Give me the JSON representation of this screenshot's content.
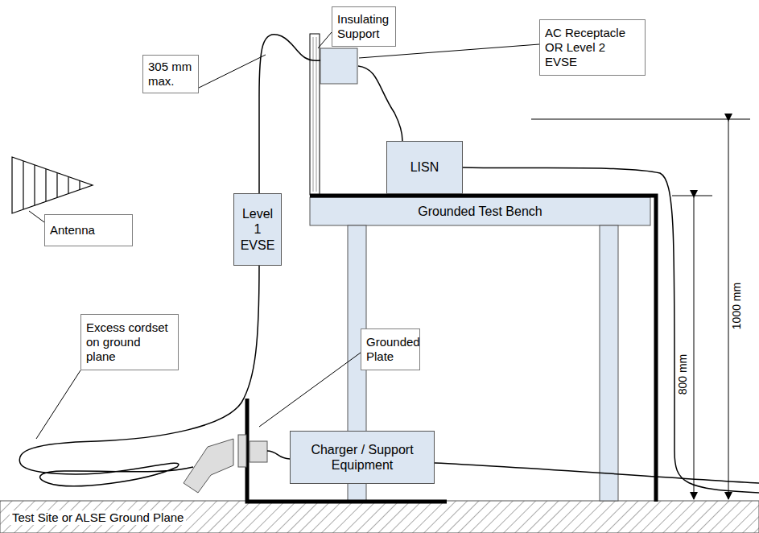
{
  "diagram": {
    "nodes": [
      {
        "text": [
          "305 mm max."
        ]
      },
      {
        "text": [
          "Insulating Support"
        ]
      },
      {
        "text": [
          "AC Receptacle OR Level 2 EVSE"
        ]
      },
      {
        "text": [
          "Antenna"
        ]
      },
      {
        "text": [
          "Level 1 EVSE"
        ]
      },
      {
        "text": [
          "LISN"
        ]
      },
      {
        "text": [
          "Grounded Test Bench"
        ]
      },
      {
        "text": [
          "Excess cordset on ground plane"
        ]
      },
      {
        "text": [
          "Grounded Plate"
        ]
      },
      {
        "text": [
          "Charger / Support Equipment"
        ]
      },
      {
        "text": [
          "Test Site or ALSE Ground Plane"
        ]
      }
    ],
    "labels": [
      "800 mm",
      "1000 mm"
    ]
  }
}
